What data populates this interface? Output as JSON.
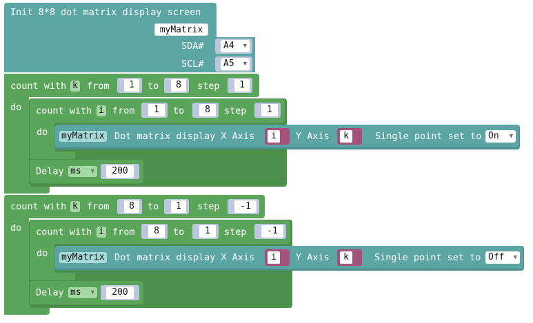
{
  "init": {
    "title": "Init 8*8 dot matrix display screen",
    "matrix_name": "myMatrix",
    "sda_label": "SDA#",
    "sda_value": "A4",
    "scl_label": "SCL#",
    "scl_value": "A5"
  },
  "loop1": {
    "count_with": "count with",
    "var": "k",
    "from_label": "from",
    "from": "1",
    "to_label": "to",
    "to": "8",
    "step_label": "step",
    "step": "1",
    "do_label": "do",
    "inner": {
      "count_with": "count with",
      "var": "i",
      "from_label": "from",
      "from": "1",
      "to_label": "to",
      "to": "8",
      "step_label": "step",
      "step": "1",
      "do_label": "do",
      "dot": {
        "matrix_name": "myMatrix",
        "text": "Dot matrix display X Axis",
        "x_var": "i",
        "y_label": "Y Axis",
        "y_var": "k",
        "set_label": "Single point set to",
        "state": "On"
      }
    },
    "delay": {
      "label": "Delay",
      "unit": "ms",
      "value": "200"
    }
  },
  "loop2": {
    "count_with": "count with",
    "var": "k",
    "from_label": "from",
    "from": "8",
    "to_label": "to",
    "to": "1",
    "step_label": "step",
    "step": "-1",
    "do_label": "do",
    "inner": {
      "count_with": "count with",
      "var": "i",
      "from_label": "from",
      "from": "8",
      "to_label": "to",
      "to": "1",
      "step_label": "step",
      "step": "-1",
      "do_label": "do",
      "dot": {
        "matrix_name": "myMatrix",
        "text": "Dot matrix display X Axis",
        "x_var": "i",
        "y_label": "Y Axis",
        "y_var": "k",
        "set_label": "Single point set to",
        "state": "Off"
      }
    },
    "delay": {
      "label": "Delay",
      "unit": "ms",
      "value": "200"
    }
  },
  "colors": {
    "teal_block": "#5ba5a5",
    "green_block": "#5ba55b",
    "var_block": "#a5507a",
    "number_socket": "#bcc6dd"
  }
}
